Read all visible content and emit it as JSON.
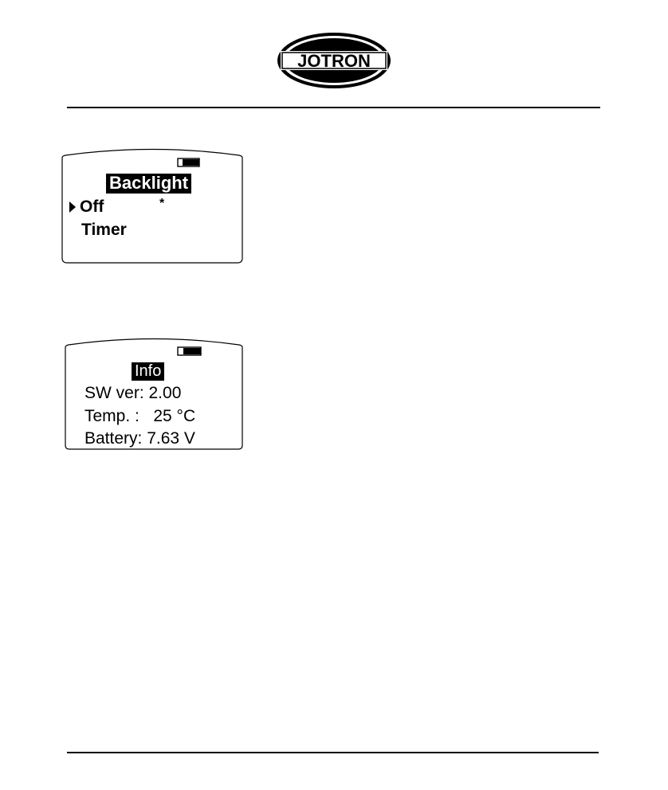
{
  "brand": {
    "logo_text": "JOTRON"
  },
  "screens": {
    "backlight": {
      "title": "Backlight",
      "items": [
        {
          "label": "Off",
          "marker": "*",
          "selected": true
        },
        {
          "label": "Timer",
          "marker": "",
          "selected": false
        }
      ],
      "battery_level": 0.7
    },
    "info": {
      "title": "Info",
      "lines": [
        "SW ver: 2.00",
        "Temp. :   25 °C",
        "Battery: 7.63 V"
      ],
      "battery_level": 0.7
    }
  },
  "icons": {
    "battery": "battery-icon",
    "pointer": "pointer-arrow-icon",
    "logo": "jotron-logo-icon"
  },
  "colors": {
    "ink": "#000000",
    "paper": "#ffffff"
  }
}
